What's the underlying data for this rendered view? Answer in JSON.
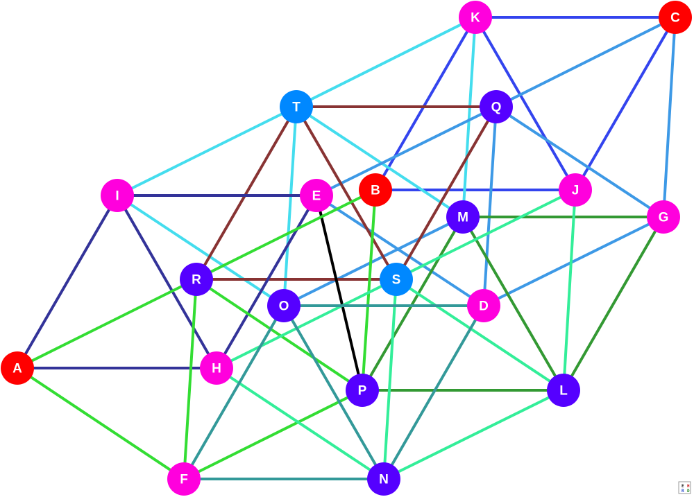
{
  "nodes": [
    {
      "id": "A",
      "color": "#ff0000"
    },
    {
      "id": "B",
      "color": "#ff0000"
    },
    {
      "id": "C",
      "color": "#ff0000"
    },
    {
      "id": "D",
      "color": "#ff00dd"
    },
    {
      "id": "E",
      "color": "#ff00dd"
    },
    {
      "id": "F",
      "color": "#ff00dd"
    },
    {
      "id": "G",
      "color": "#ff00dd"
    },
    {
      "id": "H",
      "color": "#ff00dd"
    },
    {
      "id": "I",
      "color": "#ff00dd"
    },
    {
      "id": "J",
      "color": "#ff00dd"
    },
    {
      "id": "K",
      "color": "#ff00dd"
    },
    {
      "id": "L",
      "color": "#5500ff"
    },
    {
      "id": "M",
      "color": "#5500ff"
    },
    {
      "id": "N",
      "color": "#5500ff"
    },
    {
      "id": "O",
      "color": "#5500ff"
    },
    {
      "id": "P",
      "color": "#5500ff"
    },
    {
      "id": "Q",
      "color": "#5500ff"
    },
    {
      "id": "R",
      "color": "#5500ff"
    },
    {
      "id": "S",
      "color": "#0088ff"
    },
    {
      "id": "T",
      "color": "#0088ff"
    }
  ],
  "edges": [
    {
      "from": "K",
      "to": "C",
      "color": "#3344ee"
    },
    {
      "from": "K",
      "to": "B",
      "color": "#3344ee"
    },
    {
      "from": "K",
      "to": "J",
      "color": "#3344ee"
    },
    {
      "from": "C",
      "to": "J",
      "color": "#3344ee"
    },
    {
      "from": "B",
      "to": "J",
      "color": "#3344ee"
    },
    {
      "from": "K",
      "to": "T",
      "color": "#44ddee"
    },
    {
      "from": "K",
      "to": "M",
      "color": "#44ddee"
    },
    {
      "from": "T",
      "to": "I",
      "color": "#44ddee"
    },
    {
      "from": "T",
      "to": "O",
      "color": "#44ddee"
    },
    {
      "from": "T",
      "to": "M",
      "color": "#44ddee"
    },
    {
      "from": "I",
      "to": "O",
      "color": "#44ddee"
    },
    {
      "from": "C",
      "to": "G",
      "color": "#3d99e6"
    },
    {
      "from": "C",
      "to": "Q",
      "color": "#3d99e6"
    },
    {
      "from": "Q",
      "to": "E",
      "color": "#3d99e6"
    },
    {
      "from": "Q",
      "to": "G",
      "color": "#3d99e6"
    },
    {
      "from": "Q",
      "to": "D",
      "color": "#3d99e6"
    },
    {
      "from": "E",
      "to": "D",
      "color": "#3d99e6"
    },
    {
      "from": "G",
      "to": "D",
      "color": "#3d99e6"
    },
    {
      "from": "M",
      "to": "O",
      "color": "#3d99e6"
    },
    {
      "from": "T",
      "to": "Q",
      "color": "#883333"
    },
    {
      "from": "T",
      "to": "R",
      "color": "#883333"
    },
    {
      "from": "T",
      "to": "S",
      "color": "#883333"
    },
    {
      "from": "Q",
      "to": "S",
      "color": "#883333"
    },
    {
      "from": "R",
      "to": "S",
      "color": "#883333"
    },
    {
      "from": "I",
      "to": "E",
      "color": "#333399"
    },
    {
      "from": "I",
      "to": "A",
      "color": "#333399"
    },
    {
      "from": "I",
      "to": "H",
      "color": "#333399"
    },
    {
      "from": "A",
      "to": "H",
      "color": "#333399"
    },
    {
      "from": "E",
      "to": "H",
      "color": "#333399"
    },
    {
      "from": "E",
      "to": "P",
      "color": "#000000"
    },
    {
      "from": "M",
      "to": "G",
      "color": "#339933"
    },
    {
      "from": "M",
      "to": "L",
      "color": "#339933"
    },
    {
      "from": "M",
      "to": "P",
      "color": "#339933"
    },
    {
      "from": "G",
      "to": "L",
      "color": "#339933"
    },
    {
      "from": "P",
      "to": "L",
      "color": "#339933"
    },
    {
      "from": "B",
      "to": "A",
      "color": "#33dd33"
    },
    {
      "from": "B",
      "to": "P",
      "color": "#33dd33"
    },
    {
      "from": "R",
      "to": "P",
      "color": "#33dd33"
    },
    {
      "from": "R",
      "to": "F",
      "color": "#33dd33"
    },
    {
      "from": "A",
      "to": "F",
      "color": "#33dd33"
    },
    {
      "from": "P",
      "to": "F",
      "color": "#33dd33"
    },
    {
      "from": "J",
      "to": "H",
      "color": "#33ee99"
    },
    {
      "from": "J",
      "to": "L",
      "color": "#33ee99"
    },
    {
      "from": "S",
      "to": "L",
      "color": "#33ee99"
    },
    {
      "from": "S",
      "to": "N",
      "color": "#33ee99"
    },
    {
      "from": "H",
      "to": "N",
      "color": "#33ee99"
    },
    {
      "from": "L",
      "to": "N",
      "color": "#33ee99"
    },
    {
      "from": "O",
      "to": "D",
      "color": "#339999"
    },
    {
      "from": "O",
      "to": "F",
      "color": "#339999"
    },
    {
      "from": "O",
      "to": "N",
      "color": "#339999"
    },
    {
      "from": "D",
      "to": "N",
      "color": "#339999"
    },
    {
      "from": "F",
      "to": "N",
      "color": "#339999"
    }
  ],
  "watermark": {
    "label": "EHRD",
    "letters": [
      "E",
      "H",
      "R",
      "D"
    ],
    "letter_colors": [
      "#222222",
      "#cc2222",
      "#2244cc",
      "#228822"
    ]
  }
}
